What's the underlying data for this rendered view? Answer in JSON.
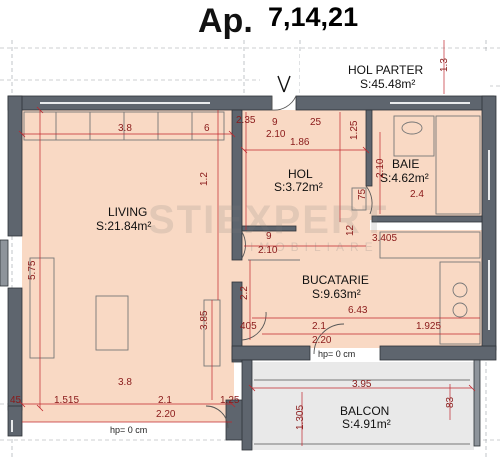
{
  "title": {
    "prefix": "Ap.",
    "numbers": "7,14,21"
  },
  "rooms": {
    "hol_parter": {
      "name": "HOL PARTER",
      "area": "S:45.48m²"
    },
    "hol": {
      "name": "HOL",
      "area": "S:3.72m²"
    },
    "baie": {
      "name": "BAIE",
      "area": "S:4.62m²"
    },
    "living": {
      "name": "LIVING",
      "area": "S:21.84m²"
    },
    "bucatarie": {
      "name": "BUCATARIE",
      "area": "S:9.63m²"
    },
    "balcon": {
      "name": "BALCON",
      "area": "S:4.91m²"
    }
  },
  "dimensions": {
    "d_3_8_top": "3.8",
    "d_2_35": "2.35",
    "d_9_top": "9",
    "d_2_10_top": "2.10",
    "d_1_86": "1.86",
    "d_25": "25",
    "d_1_25_top": "1.25",
    "d_1_6": "6",
    "d_1_2": "1.2",
    "d_2_10_baie": "2.10",
    "d_2_4": "2.4",
    "d_75": "75",
    "d_9_mid": "9",
    "d_2_10_mid": "2.10",
    "d_3_405": "3.405",
    "d_5_75": "5.75",
    "d_2_2": "2.2",
    "d_3_85": "3.85",
    "d_405": "405",
    "d_2_1_k": "2.1",
    "d_6_43": "6.43",
    "d_1_925": "1.925",
    "d_2_20_k": "2.20",
    "d_3_8_bottom": "3.8",
    "d_45": "45",
    "d_1_515": "1.515",
    "d_2_1_bottom": "2.1",
    "d_1_25_bottom": "1.25",
    "d_2_20_bottom": "2.20",
    "d_3_95": "3.95",
    "d_1_305": "1.305",
    "d_83": "83",
    "d_1_3": "1.3",
    "d_1_12": "12"
  },
  "levels": {
    "hp_kitchen": "hp= 0 cm",
    "hp_living": "hp= 0 cm"
  },
  "watermark": {
    "main": "STIEXPERT",
    "sub": "IMOBILIARE"
  },
  "colors": {
    "wall": "#5f6670",
    "wall_dark": "#3c424a",
    "floor": "#f8d7c2",
    "balcony_floor": "#ececec",
    "dimension": "#c0262d",
    "furniture": "#7a7a7a"
  }
}
